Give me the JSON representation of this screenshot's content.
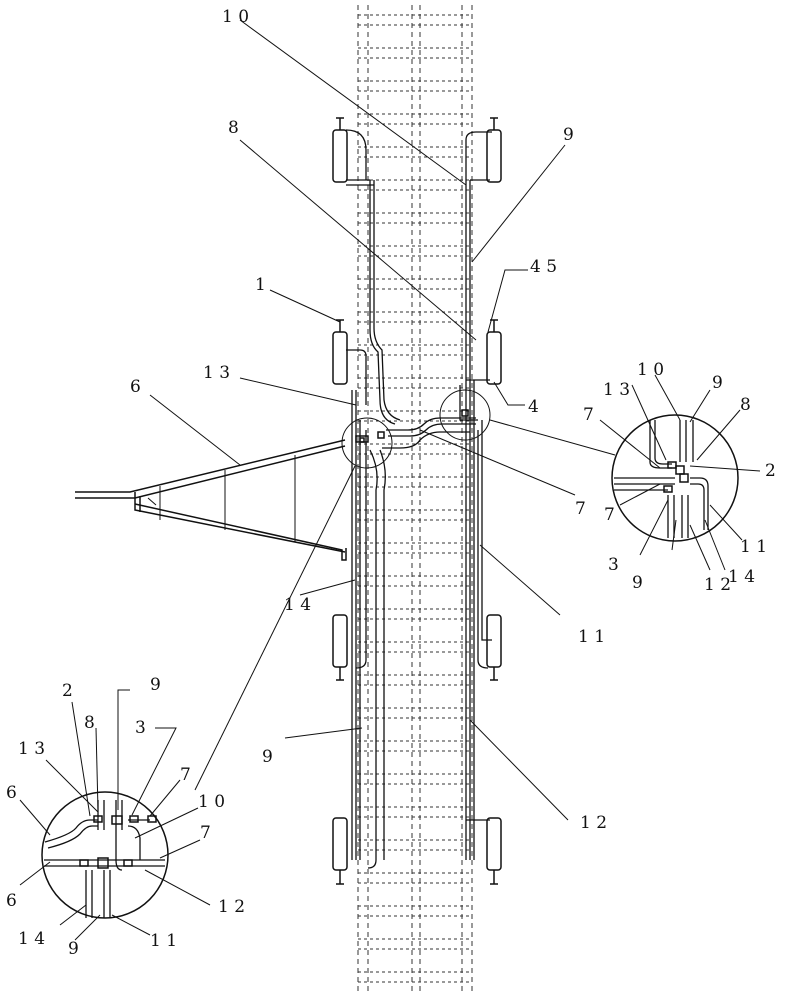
{
  "labels": {
    "l10_top": "1 0",
    "l8_top": "8",
    "l9_top": "9",
    "l1": "1",
    "l45": "4 5",
    "l4": "4",
    "l13_mid": "1 3",
    "l6_mid": "6",
    "l7_mid": "7",
    "l14_mid": "1 4",
    "l11_mid": "1 1",
    "l9_mid": "9",
    "l12_mid": "1 2",
    "r10": "1 0",
    "r13": "1 3",
    "r9": "9",
    "r8": "8",
    "r7a": "7",
    "r2": "2",
    "r7b": "7",
    "r11": "1 1",
    "r3": "3",
    "r9b": "9",
    "r12": "1 2",
    "r14": "1 4",
    "b2": "2",
    "b9": "9",
    "b8": "8",
    "b13": "1 3",
    "b3": "3",
    "b6a": "6",
    "b7a": "7",
    "b10": "1 0",
    "b7b": "7",
    "b6b": "6",
    "b12": "1 2",
    "b14": "1 4",
    "b9b": "9",
    "b11": "1 1"
  }
}
